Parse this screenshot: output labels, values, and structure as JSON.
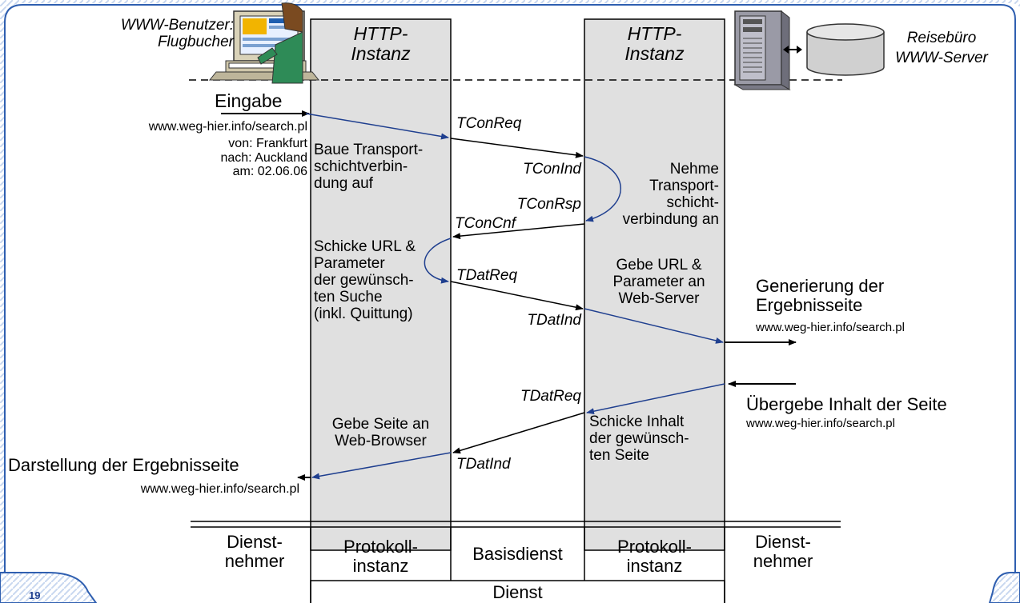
{
  "page": {
    "number": "19"
  },
  "actors": {
    "left": {
      "line1": "WWW-Benutzer:",
      "line2": "Flugbucher"
    },
    "right": {
      "line1": "Reisebüro",
      "line2": "WWW-Server"
    }
  },
  "columns": {
    "left_title": "HTTP-\nInstanz",
    "right_title": "HTTP-\nInstanz"
  },
  "input": {
    "label": "Eingabe",
    "url": "www.weg-hier.info/search.pl",
    "params": "von: Frankfurt\nnach: Auckland\nam: 02.06.06"
  },
  "left_instance": {
    "note1": "Baue Transport-\nschichtverbin-\ndung auf",
    "note2": "Schicke URL &\nParameter\nder gewünsch-\nten Suche\n(inkl. Quittung)",
    "note3": "Gebe Seite an\nWeb-Browser"
  },
  "right_instance": {
    "note1": "Nehme\nTransport-\nschicht-\nverbindung an",
    "note2": "Gebe URL &\nParameter an\nWeb-Server",
    "note3": "Schicke Inhalt\nder gewünsch-\nten Seite"
  },
  "primitives": {
    "tconreq": "TConReq",
    "tconind": "TConInd",
    "tconrsp": "TConRsp",
    "tconcnf": "TConCnf",
    "tdatreq1": "TDatReq",
    "tdatind1": "TDatInd",
    "tdatreq2": "TDatReq",
    "tdatind2": "TDatInd"
  },
  "server_events": {
    "generate_title": "Generierung der\nErgebnisseite",
    "generate_url": "www.weg-hier.info/search.pl",
    "deliver_title": "Übergebe Inhalt der Seite",
    "deliver_url": "www.weg-hier.info/search.pl"
  },
  "output": {
    "label": "Darstellung der Ergebnisseite",
    "url": "www.weg-hier.info/search.pl"
  },
  "footer": {
    "dienstnehmer_left": "Dienst-\nnehmer",
    "protokoll_left": "Protokoll-\ninstanz",
    "basisdienst": "Basisdienst",
    "protokoll_right": "Protokoll-\ninstanz",
    "dienstnehmer_right": "Dienst-\nnehmer",
    "dienst": "Dienst"
  },
  "colors": {
    "column_fill": "#e0e0e0",
    "arrow_blue": "#1f3f8f",
    "frame_blue": "#2f5fb0"
  }
}
